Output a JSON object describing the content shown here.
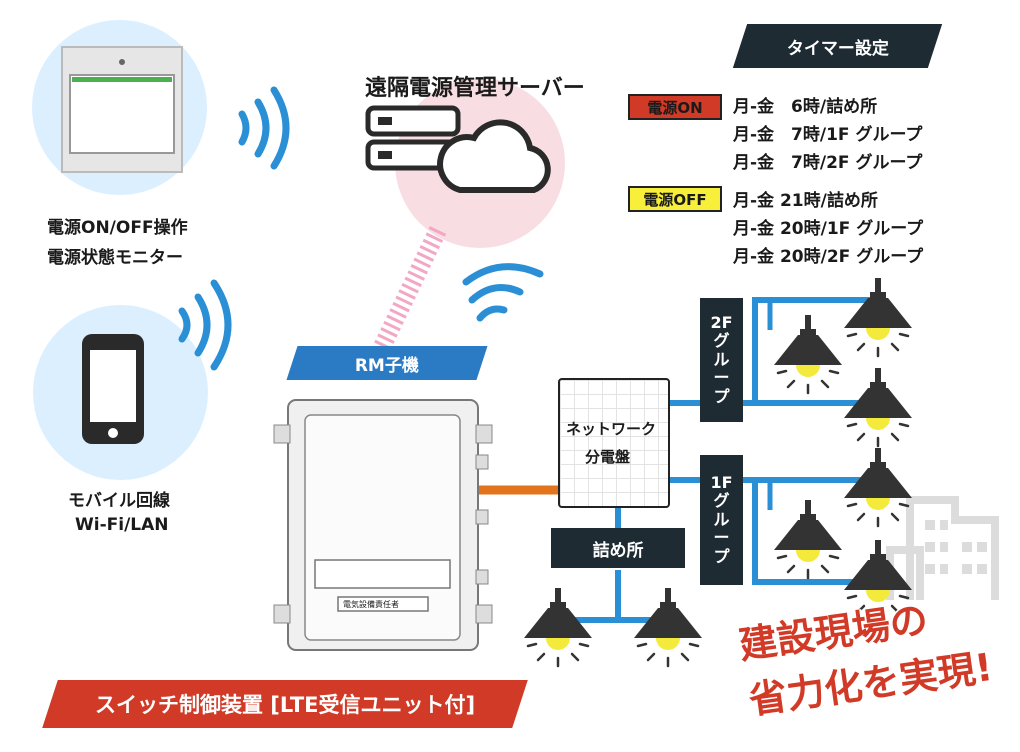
{
  "server": {
    "title": "遠隔電源管理サーバー"
  },
  "pc": {
    "line1": "電源ON/OFF操作",
    "line2": "電源状態モニター"
  },
  "mobile": {
    "line1": "モバイル回線",
    "line2": "Wi-Fi/LAN"
  },
  "rm_label": "RM子機",
  "device_plate": "電気設備責任者",
  "switch_banner": "スイッチ制御装置 [LTE受信ユニット付]",
  "network_panel": {
    "line1": "ネットワーク",
    "line2": "分電盤"
  },
  "office_label": "詰め所",
  "group2f": {
    "line1": "2F",
    "line2": "グ",
    "line3": "ル",
    "line4": "ー",
    "line5": "プ"
  },
  "group1f": {
    "line1": "1F",
    "line2": "グ",
    "line3": "ル",
    "line4": "ー",
    "line5": "プ"
  },
  "timer": {
    "title": "タイマー設定",
    "on_tag": "電源ON",
    "off_tag": "電源OFF",
    "on_rows": [
      "月-金　6時/詰め所",
      "月-金　7時/1F グループ",
      "月-金　7時/2F グループ"
    ],
    "off_rows": [
      "月-金 21時/詰め所",
      "月-金 20時/1F グループ",
      "月-金 20時/2F グループ"
    ]
  },
  "slogan": {
    "line1": "建設現場の",
    "line2": "省力化を実現!"
  },
  "colors": {
    "blue": "#2b8fd6",
    "dark": "#1e2b33",
    "red": "#d13a26",
    "orange": "#e2741e",
    "yellow": "#f7ef3a",
    "pink": "#f2a8c4"
  }
}
